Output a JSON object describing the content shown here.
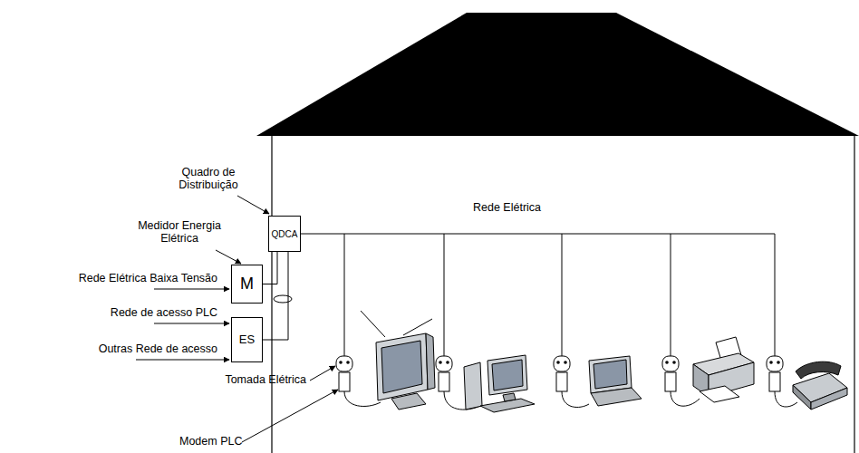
{
  "diagram": {
    "nodes": [
      {
        "text": [
          "QDCA"
        ]
      },
      {
        "text": [
          "M"
        ]
      },
      {
        "text": [
          "ES"
        ]
      }
    ],
    "edges": [
      {
        "from": 1,
        "to": 0,
        "arrow": "none"
      },
      {
        "from": 2,
        "to": 0,
        "arrow": "none"
      }
    ],
    "labels": [
      "Quadro de Distribuição",
      "Medidor Energia Elétrica",
      "Rede Elétrica Baixa Tensão",
      "Rede de acesso PLC",
      "Outras Rede de acesso",
      "Rede Elétrica",
      "Tomada Elétrica",
      "Modem PLC"
    ]
  }
}
